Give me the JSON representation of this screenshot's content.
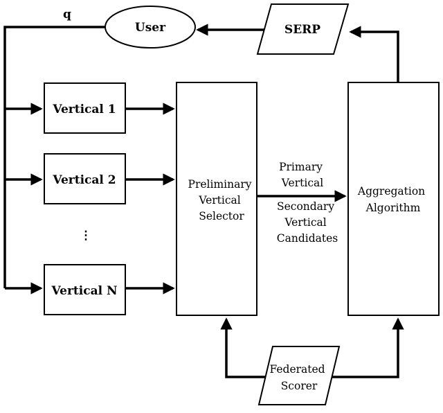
{
  "nodes": {
    "user": "User",
    "serp": "SERP",
    "vertical_1": "Vertical 1",
    "vertical_2": "Vertical 2",
    "vertical_ellipsis": "⋮",
    "vertical_n": "Vertical N",
    "selector": [
      "Preliminary",
      "Vertical",
      "Selector"
    ],
    "aggregation": [
      "Aggregation",
      "Algorithm"
    ],
    "scorer": [
      "Federated",
      "Scorer"
    ]
  },
  "edge_labels": {
    "query": "q",
    "primary": [
      "Primary",
      "Vertical"
    ],
    "secondary": [
      "Secondary",
      "Vertical",
      "Candidates"
    ]
  }
}
